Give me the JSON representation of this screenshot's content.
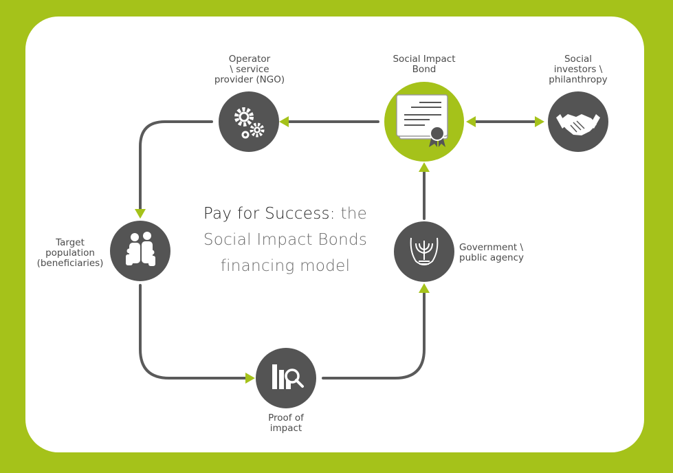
{
  "headline": {
    "bold": "Pay for Success:",
    "rest1": " the",
    "line2": "Social Impact Bonds",
    "line3": "financing model"
  },
  "nodes": {
    "operator": {
      "label": "Operator\n\\ service\nprovider (NGO)",
      "icon": "gears-icon"
    },
    "bond": {
      "label": "Social Impact\nBond",
      "icon": "certificate-icon"
    },
    "investors": {
      "label": "Social\ninvestors \\\nphilanthropy",
      "icon": "handshake-icon"
    },
    "target": {
      "label": "Target\npopulation\n(beneficiaries)",
      "icon": "family-icon"
    },
    "government": {
      "label": "Government \\\npublic agency",
      "icon": "emblem-icon"
    },
    "proof": {
      "label": "Proof of\nimpact",
      "icon": "chart-magnifier-icon"
    }
  },
  "colors": {
    "background": "#a5c21a",
    "card": "#ffffff",
    "node": "#545454",
    "accent": "#a5c21a",
    "line": "#5a5a5a"
  }
}
